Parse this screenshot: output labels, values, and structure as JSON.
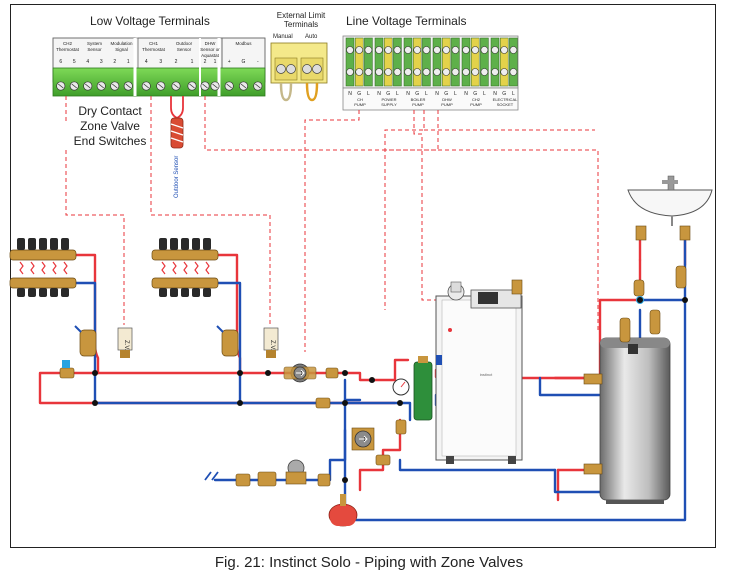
{
  "labels": {
    "low_voltage": "Low Voltage Terminals",
    "external_limit": [
      "External Limit",
      "Terminals"
    ],
    "line_voltage": "Line Voltage Terminals",
    "dry_contact": [
      "Dry Contact",
      "Zone Valve",
      "End Switches"
    ],
    "outdoor_sensor": "Outdoor Sensor",
    "manual": "Manual",
    "auto": "Auto",
    "zv": "Z.V.",
    "boiler_brand": "instinct"
  },
  "low_voltage_blocks": [
    {
      "title": [
        "CH2",
        "Thermostat"
      ],
      "terminals": [
        "6",
        "5"
      ]
    },
    {
      "title": [
        "System",
        "Sensor"
      ],
      "terminals": [
        "4",
        "3"
      ]
    },
    {
      "title": [
        "Modulation",
        "Signal"
      ],
      "terminals": [
        "2",
        "1"
      ]
    },
    {
      "title": [
        "CH1",
        "Thermostat"
      ],
      "terminals": [
        "4",
        "3"
      ]
    },
    {
      "title": [
        "Outdoor",
        "Sensor"
      ],
      "terminals": [
        "2",
        "1"
      ]
    },
    {
      "title": [
        "DHW",
        "Sensor or",
        "Aquastat"
      ],
      "terminals": [
        "2",
        "1"
      ]
    },
    {
      "title": [
        "Modbus"
      ],
      "terminals": [
        "+",
        "G",
        "-"
      ]
    }
  ],
  "line_voltage_blocks": [
    {
      "title": [
        "CH",
        "PUMP"
      ]
    },
    {
      "title": [
        "POWER",
        "SUPPLY"
      ]
    },
    {
      "title": [
        "BOILER",
        "PUMP"
      ]
    },
    {
      "title": [
        "DHW",
        "PUMP"
      ]
    },
    {
      "title": [
        "CH2",
        "PUMP"
      ]
    },
    {
      "title": [
        "ELECTRICAL",
        "SOCKET"
      ]
    }
  ],
  "lv_terminal_letters": [
    "N",
    "G",
    "L"
  ],
  "caption": "Fig. 21:  Instinct Solo - Piping with Zone Valves",
  "colors": {
    "supply": "#e8353b",
    "return": "#1f4fb4",
    "signal": "#e8353b",
    "terminal_green": "#4caf3a",
    "brass": "#c8963e"
  }
}
